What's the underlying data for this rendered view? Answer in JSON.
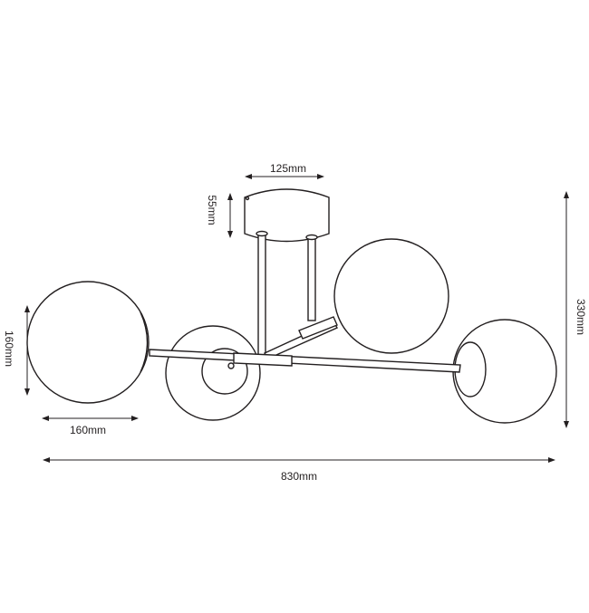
{
  "title": "Ceiling lamp dimension drawing",
  "dimensions": {
    "canopy_width": "125mm",
    "canopy_height": "55mm",
    "globe_height": "160mm",
    "globe_width": "160mm",
    "total_width": "830mm",
    "total_height": "330mm"
  },
  "colors": {
    "line": "#231f20",
    "background": "#ffffff"
  }
}
